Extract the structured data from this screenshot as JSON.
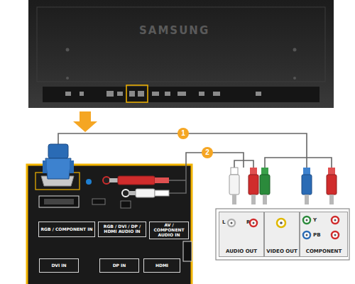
{
  "diagram": {
    "nodes": [
      {
        "text": [
          "RGB / COMPONENT IN"
        ]
      },
      {
        "text": [
          "RGB / DVI / DP / HDMI AUDIO IN"
        ]
      },
      {
        "text": [
          "AV / COMPONENT AUDIO IN"
        ]
      },
      {
        "text": [
          "DVI IN"
        ]
      },
      {
        "text": [
          "DP IN"
        ]
      },
      {
        "text": [
          "HDMI"
        ]
      },
      {
        "text": [
          "L",
          "R",
          "AUDIO OUT"
        ]
      },
      {
        "text": [
          "VIDEO OUT"
        ]
      },
      {
        "text": [
          "Y",
          "PB",
          "COMPONENT"
        ]
      }
    ],
    "labels": [
      "SAMSUNG",
      "1",
      "2"
    ]
  }
}
